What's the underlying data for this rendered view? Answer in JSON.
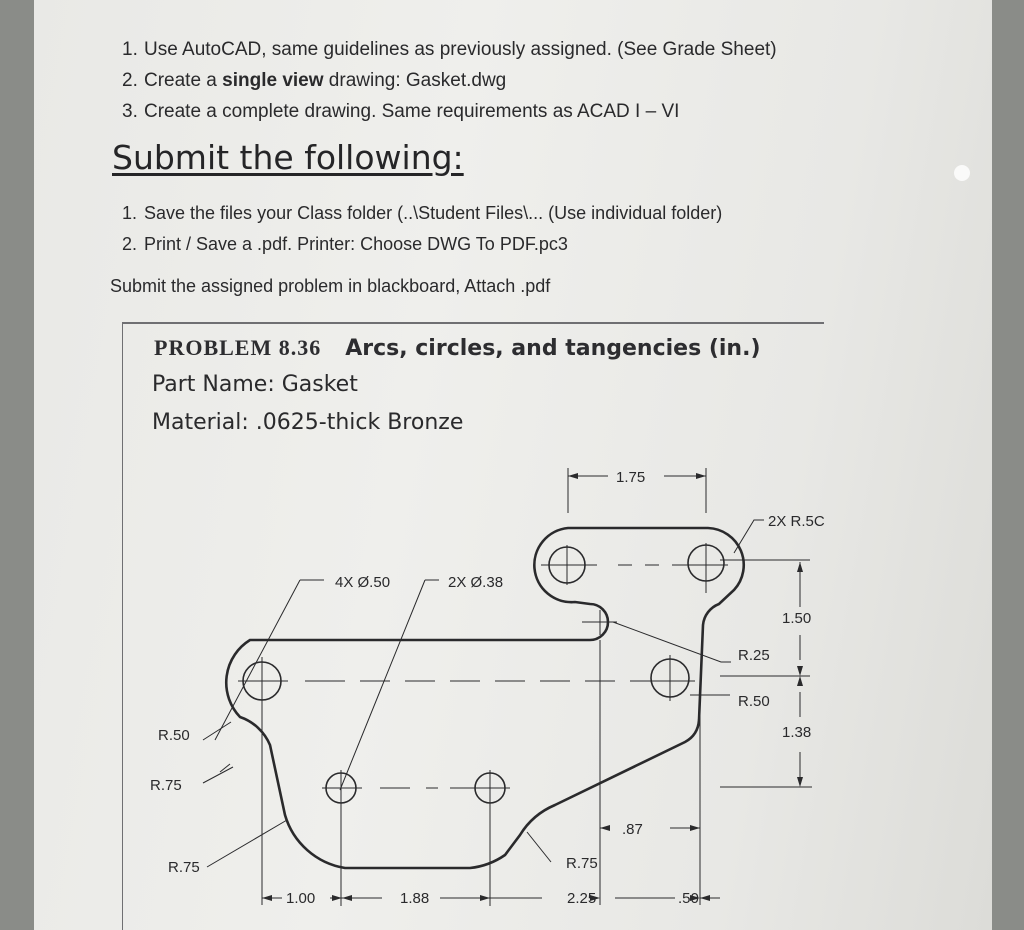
{
  "instructions": [
    {
      "num": "1.",
      "parts": [
        {
          "text": "Use AutoCAD, same guidelines as previously assigned. (See Grade Sheet)",
          "bold": false
        }
      ]
    },
    {
      "num": "2.",
      "parts": [
        {
          "text": "Create a ",
          "bold": false
        },
        {
          "text": "single view",
          "bold": true
        },
        {
          "text": " drawing: Gasket.dwg",
          "bold": false
        }
      ]
    },
    {
      "num": "3.",
      "parts": [
        {
          "text": "Create a complete drawing. Same requirements as ACAD I – VI",
          "bold": false
        }
      ]
    }
  ],
  "submit_heading": "Submit the following:",
  "submit_items": [
    {
      "num": "1.",
      "text": "Save the files your Class folder (..\\Student Files\\... (Use individual folder)"
    },
    {
      "num": "2.",
      "text": "Print / Save a .pdf. Printer: Choose DWG To PDF.pc3"
    }
  ],
  "submit_note": "Submit the assigned problem in blackboard, Attach .pdf",
  "problem": {
    "number": "PROBLEM 8.36",
    "title": "Arcs, circles, and tangencies (in.)",
    "part_name": "Part Name: Gasket",
    "material": "Material: .0625-thick Bronze"
  },
  "dimensions": {
    "top_width": "1.75",
    "slot_radius": "2X R.5C",
    "height_upper": "1.50",
    "r_inner_notch": "R.25",
    "r_right_hole": "R.50",
    "height_lower": "1.38",
    "holes_large": "4X Ø.50",
    "holes_small": "2X Ø.38",
    "r_left_top": "R.50",
    "r_left_mid": "R.75",
    "r_left_bottom": "R.75",
    "r_bottom_right": "R.75",
    "offset_notch": ".87",
    "base_1": "1.00",
    "base_2": "1.88",
    "base_3": "2.25",
    "base_4": ".50"
  }
}
